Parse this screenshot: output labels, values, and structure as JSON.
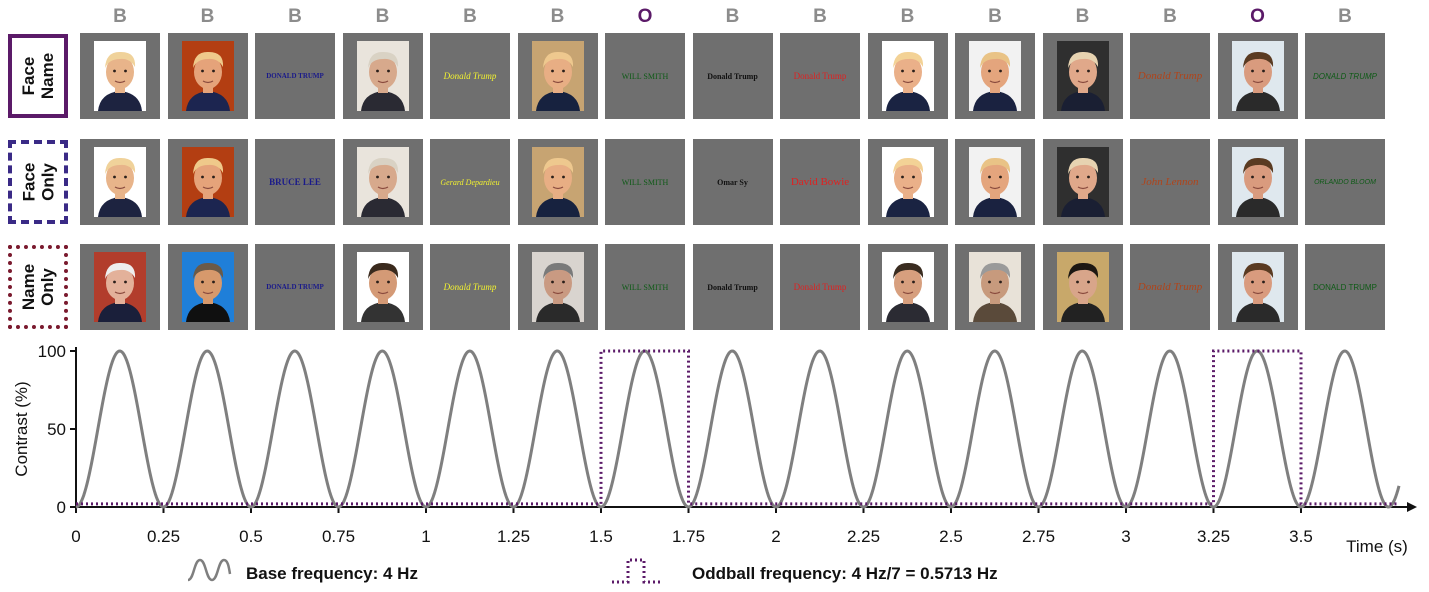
{
  "columns": [
    "B",
    "B",
    "B",
    "B",
    "B",
    "B",
    "O",
    "B",
    "B",
    "B",
    "B",
    "B",
    "B",
    "O",
    "B"
  ],
  "rows": [
    {
      "label": "Face\nName",
      "border": "solid",
      "color": "#5b1a68"
    },
    {
      "label": "Face\nOnly",
      "border": "dashed",
      "color": "#3a2a86"
    },
    {
      "label": "Name\nOnly",
      "border": "dotted",
      "color": "#7a1a2e"
    }
  ],
  "tiles": [
    [
      {
        "kind": "face",
        "bg": "#ffffff",
        "skin": "#e8b48a",
        "hair": "#f0d29a",
        "suit": "#1d2340"
      },
      {
        "kind": "face",
        "bg": "#b33e12",
        "skin": "#e5a37a",
        "hair": "#efc98a",
        "suit": "#1c2550"
      },
      {
        "kind": "name",
        "text": "DONALD TRUMP",
        "color": "#1a1a8a",
        "size": 7,
        "weight": "bold",
        "family": "serif"
      },
      {
        "kind": "face",
        "bg": "#e9e4dc",
        "skin": "#d7a98c",
        "hair": "#d9d2c4",
        "suit": "#2a2a33"
      },
      {
        "kind": "name",
        "text": "Donald Trump",
        "color": "#f2f230",
        "size": 9,
        "italic": true,
        "family": "serif"
      },
      {
        "kind": "face",
        "bg": "#c7a472",
        "skin": "#e8ae84",
        "hair": "#eec88e",
        "suit": "#17223f"
      },
      {
        "kind": "name",
        "text": "WILL SMITH",
        "color": "#0e5a16",
        "size": 8,
        "family": "serif"
      },
      {
        "kind": "name",
        "text": "Donald Trump",
        "color": "#111111",
        "size": 8,
        "weight": "bold",
        "family": "serif"
      },
      {
        "kind": "name",
        "text": "Donald Trump",
        "color": "#e02020",
        "size": 9,
        "family": "serif"
      },
      {
        "kind": "face",
        "bg": "#ffffff",
        "skin": "#eab089",
        "hair": "#f3d296",
        "suit": "#1a2342"
      },
      {
        "kind": "face",
        "bg": "#f2f2f2",
        "skin": "#e4a57d",
        "hair": "#e9c386",
        "suit": "#1a2240"
      },
      {
        "kind": "face",
        "bg": "#2f2f2f",
        "skin": "#e0a88a",
        "hair": "#e7d3b1",
        "suit": "#1a1f33"
      },
      {
        "kind": "name",
        "text": "Donald Trump",
        "color": "#b0441a",
        "size": 11,
        "italic": true,
        "family": "serif"
      },
      {
        "kind": "face",
        "bg": "#dfe8ee",
        "skin": "#d99b7e",
        "hair": "#5a3b22",
        "suit": "#2a2a2a"
      },
      {
        "kind": "name",
        "text": "DONALD TRUMP",
        "color": "#0e5a16",
        "size": 8,
        "italic": true,
        "family": "sans-serif"
      }
    ],
    [
      {
        "kind": "face",
        "bg": "#ffffff",
        "skin": "#e8b48a",
        "hair": "#f0d29a",
        "suit": "#1d2340"
      },
      {
        "kind": "face",
        "bg": "#b33e12",
        "skin": "#e5a37a",
        "hair": "#efc98a",
        "suit": "#1c2550"
      },
      {
        "kind": "name",
        "text": "BRUCE LEE",
        "color": "#1a1a8a",
        "size": 9,
        "weight": "bold",
        "family": "serif"
      },
      {
        "kind": "face",
        "bg": "#e9e4dc",
        "skin": "#d7a98c",
        "hair": "#d9d2c4",
        "suit": "#2a2a33"
      },
      {
        "kind": "name",
        "text": "Gerard Depardieu",
        "color": "#f2f230",
        "size": 8,
        "italic": true,
        "family": "serif"
      },
      {
        "kind": "face",
        "bg": "#c7a472",
        "skin": "#e8ae84",
        "hair": "#eec88e",
        "suit": "#17223f"
      },
      {
        "kind": "name",
        "text": "WILL SMITH",
        "color": "#0e5a16",
        "size": 8,
        "family": "serif"
      },
      {
        "kind": "name",
        "text": "Omar Sy",
        "color": "#111111",
        "size": 8,
        "weight": "bold",
        "family": "serif"
      },
      {
        "kind": "name",
        "text": "David Bowie",
        "color": "#e02020",
        "size": 11,
        "family": "serif"
      },
      {
        "kind": "face",
        "bg": "#ffffff",
        "skin": "#eab089",
        "hair": "#f3d296",
        "suit": "#1a2342"
      },
      {
        "kind": "face",
        "bg": "#f2f2f2",
        "skin": "#e4a57d",
        "hair": "#e9c386",
        "suit": "#1a2240"
      },
      {
        "kind": "face",
        "bg": "#2f2f2f",
        "skin": "#e0a88a",
        "hair": "#e7d3b1",
        "suit": "#1a1f33"
      },
      {
        "kind": "name",
        "text": "John Lennon",
        "color": "#b0441a",
        "size": 11,
        "italic": true,
        "family": "serif"
      },
      {
        "kind": "face",
        "bg": "#dfe8ee",
        "skin": "#d99b7e",
        "hair": "#5a3b22",
        "suit": "#2a2a2a"
      },
      {
        "kind": "name",
        "text": "ORLANDO BLOOM",
        "color": "#0e5a16",
        "size": 7,
        "italic": true,
        "family": "sans-serif"
      }
    ],
    [
      {
        "kind": "face",
        "bg": "#b23d2c",
        "skin": "#e3b19a",
        "hair": "#eeeeee",
        "suit": "#1a1f3a"
      },
      {
        "kind": "face",
        "bg": "#1f7fd9",
        "skin": "#d7996c",
        "hair": "#6b5a48",
        "suit": "#101010"
      },
      {
        "kind": "name",
        "text": "DONALD TRUMP",
        "color": "#1a1a8a",
        "size": 7,
        "weight": "bold",
        "family": "serif"
      },
      {
        "kind": "face",
        "bg": "#ffffff",
        "skin": "#d49a76",
        "hair": "#3a2a1d",
        "suit": "#333333"
      },
      {
        "kind": "name",
        "text": "Donald Trump",
        "color": "#f2f230",
        "size": 9,
        "italic": true,
        "family": "serif"
      },
      {
        "kind": "face",
        "bg": "#d9d4cf",
        "skin": "#c99a82",
        "hair": "#7a7a7a",
        "suit": "#2a2a2a"
      },
      {
        "kind": "name",
        "text": "WILL SMITH",
        "color": "#0e5a16",
        "size": 8,
        "family": "serif"
      },
      {
        "kind": "name",
        "text": "Donald Trump",
        "color": "#111111",
        "size": 8,
        "weight": "bold",
        "family": "serif"
      },
      {
        "kind": "name",
        "text": "Donald Trump",
        "color": "#e02020",
        "size": 9,
        "family": "serif"
      },
      {
        "kind": "face",
        "bg": "#ffffff",
        "skin": "#d79f7e",
        "hair": "#3a2c20",
        "suit": "#2b2b33"
      },
      {
        "kind": "face",
        "bg": "#e8e2d8",
        "skin": "#c79a7d",
        "hair": "#9a9a9a",
        "suit": "#5a4a3a"
      },
      {
        "kind": "face",
        "bg": "#c8a86a",
        "skin": "#d8a58a",
        "hair": "#1d1712",
        "suit": "#222222"
      },
      {
        "kind": "name",
        "text": "Donald Trump",
        "color": "#b0441a",
        "size": 11,
        "italic": true,
        "family": "serif"
      },
      {
        "kind": "face",
        "bg": "#dfe8ee",
        "skin": "#d99b7e",
        "hair": "#5a3b22",
        "suit": "#2a2a2a"
      },
      {
        "kind": "name",
        "text": "DONALD TRUMP",
        "color": "#0e5a16",
        "size": 8,
        "family": "sans-serif"
      }
    ]
  ],
  "colors": {
    "base": "#7f7f7f",
    "oddball": "#5b1a68",
    "letter_B": "#8c8c8c",
    "letter_O": "#5b1a68",
    "axis": "#111111"
  },
  "chart_data": {
    "type": "line",
    "xlabel": "Time (s)",
    "ylabel": "Contrast (%)",
    "xlim": [
      0,
      3.78
    ],
    "ylim": [
      0,
      100
    ],
    "xticks": [
      "0",
      "0.25",
      "0.5",
      "0.75",
      "1",
      "1.25",
      "1.5",
      "1.75",
      "2",
      "2.25",
      "2.5",
      "2.75",
      "3",
      "3.25",
      "3.5"
    ],
    "xtick_values": [
      0,
      0.25,
      0.5,
      0.75,
      1,
      1.25,
      1.5,
      1.75,
      2,
      2.25,
      2.5,
      2.75,
      3,
      3.25,
      3.5
    ],
    "yticks": [
      "0",
      "50",
      "100"
    ],
    "ytick_values": [
      0,
      50,
      100
    ],
    "series": [
      {
        "style": "solid",
        "frequency_hz": 4,
        "min": 0,
        "max": 100,
        "x_start": 0,
        "x_end": 3.78
      },
      {
        "style": "dotted",
        "pulses": [
          [
            1.5,
            1.75
          ],
          [
            3.25,
            3.5
          ]
        ],
        "low": 2,
        "high": 100
      }
    ]
  },
  "legend": {
    "base": "Base frequency: 4 Hz",
    "oddball": "Oddball frequency: 4 Hz/7 = 0.5713 Hz"
  }
}
